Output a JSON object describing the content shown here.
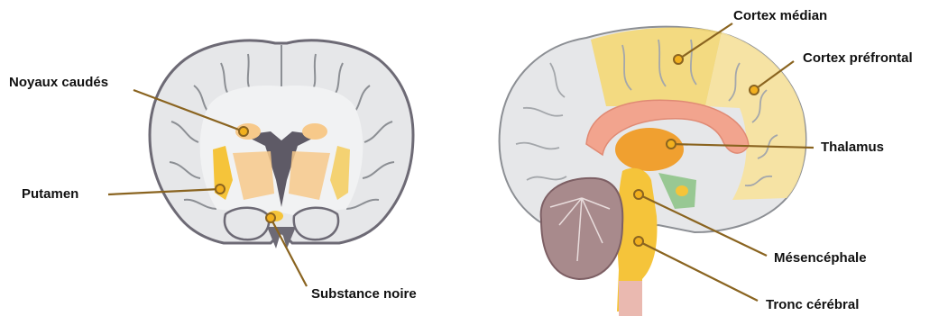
{
  "labels": {
    "noyaux_caudes": "Noyaux caudés",
    "putamen": "Putamen",
    "substance_noire": "Substance noire",
    "cortex_median": "Cortex médian",
    "cortex_prefrontal": "Cortex préfrontal",
    "thalamus": "Thalamus",
    "mesencephale": "Mésencéphale",
    "tronc_cerebral": "Tronc cérébral"
  },
  "colors": {
    "leader_line": "#8a6420",
    "marker_fill": "#f2b01e",
    "cortex_gray": "#e6e7e9",
    "sulcus_line": "#8c8f94",
    "deep_gray": "#6d6a75",
    "highlight_yellow": "#f5d76e",
    "highlight_light_yellow": "#f7e3a0",
    "basal_ganglia_orange": "#f7c98a",
    "corpus_callosum_pink": "#f2a48e",
    "thalamus_orange": "#f0a030",
    "cerebellum_mauve": "#a88a8c",
    "spinal_cord_pink": "#eab9b0",
    "green_structure": "#8fc48a"
  }
}
